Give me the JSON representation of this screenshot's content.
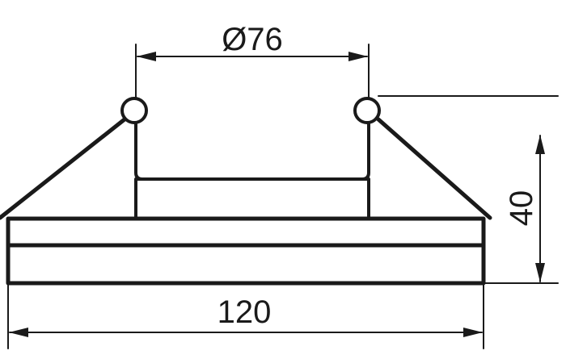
{
  "drawing": {
    "line_color": "#1a1a1a",
    "background": "#ffffff"
  },
  "dimensions": {
    "top_diameter": "Ø76",
    "bottom_width": "120",
    "right_height": "40"
  }
}
